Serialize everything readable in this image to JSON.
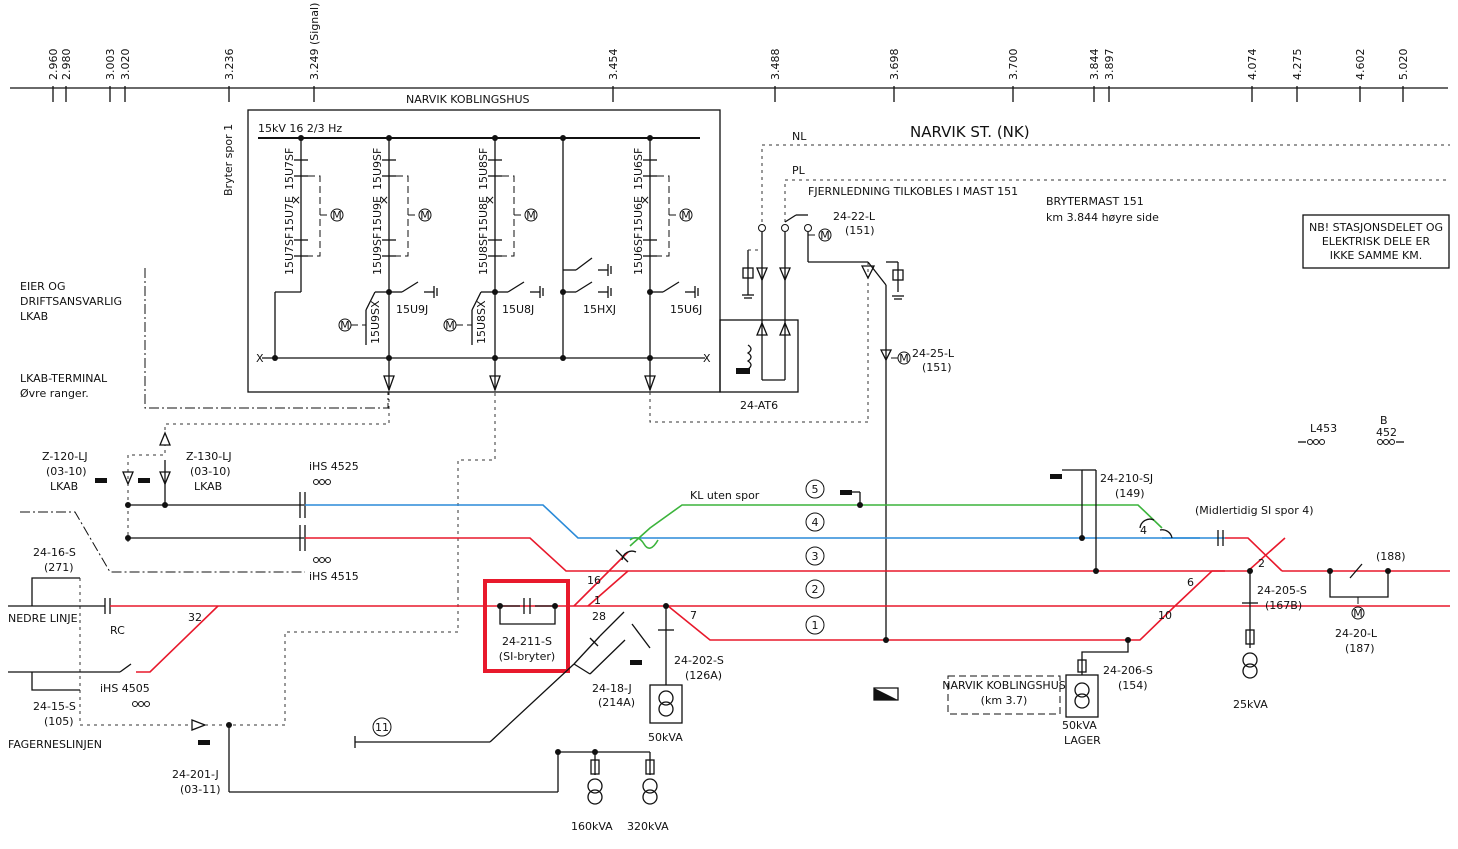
{
  "ruler": {
    "km_marks": [
      "2.960",
      "2.980",
      "3.003",
      "3.020",
      "3.236",
      "3.249 (Signal)",
      "3.454",
      "3.488",
      "3.698",
      "3.700",
      "3.844",
      "3.897",
      "4.074",
      "4.275",
      "4.602",
      "5.020"
    ]
  },
  "koblingshus": {
    "title": "NARVIK KOBLINGSHUS",
    "busbar": "15kV 16 2/3 Hz",
    "side_label": "Bryter spor 1",
    "breakers": [
      "15U7SF",
      "15U7E",
      "15U7SF",
      "15U9SF",
      "15U9E",
      "15U9SF",
      "15U8SF",
      "15U8E",
      "15U8SF",
      "15U6SF",
      "15U6E",
      "15U6SF"
    ],
    "switches": [
      "15U9SX",
      "15U9J",
      "15U8SX",
      "15U8J",
      "15HXJ",
      "15U6J"
    ],
    "at_label": "24-AT6",
    "x_left": "X",
    "x_right": "X"
  },
  "station": {
    "name": "NARVIK ST. (NK)",
    "nl": "NL",
    "pl": "PL",
    "feeder_note": "FJERNLEDNING TILKOBLES I MAST 151",
    "brytermast": "BRYTERMAST 151",
    "brytermast_pos": "km 3.844 høyre side",
    "nb_note": [
      "NB! STASJONSDELET OG",
      "ELEKTRISK DELE ER",
      "IKKE SAMME KM."
    ]
  },
  "labels": {
    "eier": [
      "EIER OG",
      "DRIFTSANSVARLIG",
      "LKAB"
    ],
    "lkab_terminal": [
      "LKAB-TERMINAL",
      "Øvre ranger."
    ],
    "z120": [
      "Z-120-LJ",
      "(03-10)",
      "LKAB"
    ],
    "z130": [
      "Z-130-LJ",
      "(03-10)",
      "LKAB"
    ],
    "ihs4525": "iHS 4525",
    "ihs4515": "iHS 4515",
    "ihs4505": "iHS 4505",
    "s2416": [
      "24-16-S",
      "(271)"
    ],
    "nedre": "NEDRE LINJE",
    "rc": "RC",
    "s2415": [
      "24-15-S",
      "(105)"
    ],
    "fagernes": "FAGERNESLINJEN",
    "j24201": [
      "24-201-J",
      "(03-11)"
    ],
    "s24211": [
      "24-211-S",
      "(SI-bryter)"
    ],
    "j2418": [
      "24-18-J",
      "(214A)"
    ],
    "s24202": [
      "24-202-S",
      "(126A)"
    ],
    "kva50": "50kVA",
    "kva160": "160kVA",
    "kva320": "320kVA",
    "l2422": [
      "24-22-L",
      "(151)"
    ],
    "l2425": [
      "24-25-L",
      "(151)"
    ],
    "kl_uten": "KL uten spor",
    "sj24210": [
      "24-210-SJ",
      "(149)"
    ],
    "midl": "(Midlertidig SI spor 4)",
    "l453": "L453",
    "b452": [
      "B",
      "452"
    ],
    "s24205": [
      "24-205-S",
      "(167B)"
    ],
    "n188": "(188)",
    "l2420": [
      "24-20-L",
      "(187)"
    ],
    "kva25": "25kVA",
    "s24206": [
      "24-206-S",
      "(154)"
    ],
    "nk_kobl": [
      "NARVIK KOBLINGSHUS",
      "(km 3.7)"
    ],
    "kva50_lager": [
      "50kVA",
      "LAGER"
    ],
    "switch_nums": [
      "32",
      "16",
      "1",
      "28",
      "7",
      "2",
      "6",
      "10",
      "4"
    ],
    "track_nums": [
      "5",
      "4",
      "3",
      "2",
      "1",
      "11"
    ],
    "motor": "M"
  },
  "highlight_color": "#e8192c"
}
